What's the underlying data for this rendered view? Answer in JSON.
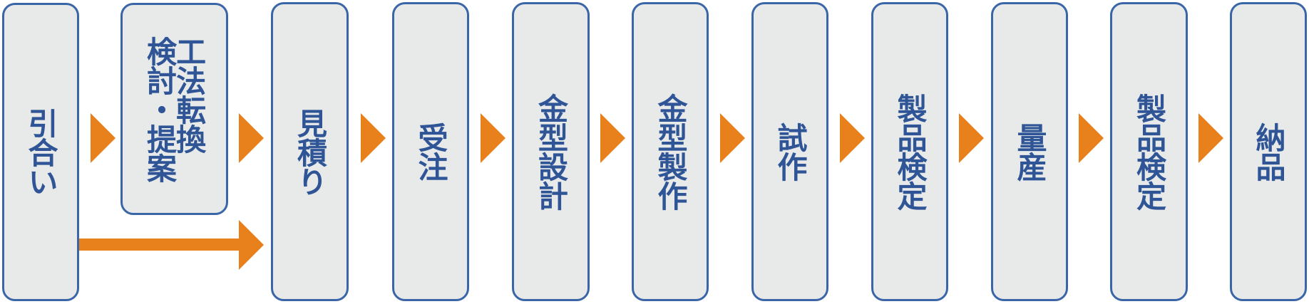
{
  "steps": [
    {
      "label": "引合い"
    },
    {
      "label": "工法転換\n検討・提案"
    },
    {
      "label": "見積り"
    },
    {
      "label": "受注"
    },
    {
      "label": "金型設計"
    },
    {
      "label": "金型製作"
    },
    {
      "label": "試作"
    },
    {
      "label": "製品検定"
    },
    {
      "label": "量産"
    },
    {
      "label": "製品検定"
    },
    {
      "label": "納品"
    }
  ],
  "colors": {
    "box_fill": "#e8eaea",
    "box_border": "#3a66a7",
    "text": "#2f5597",
    "arrow": "#e8801b"
  }
}
